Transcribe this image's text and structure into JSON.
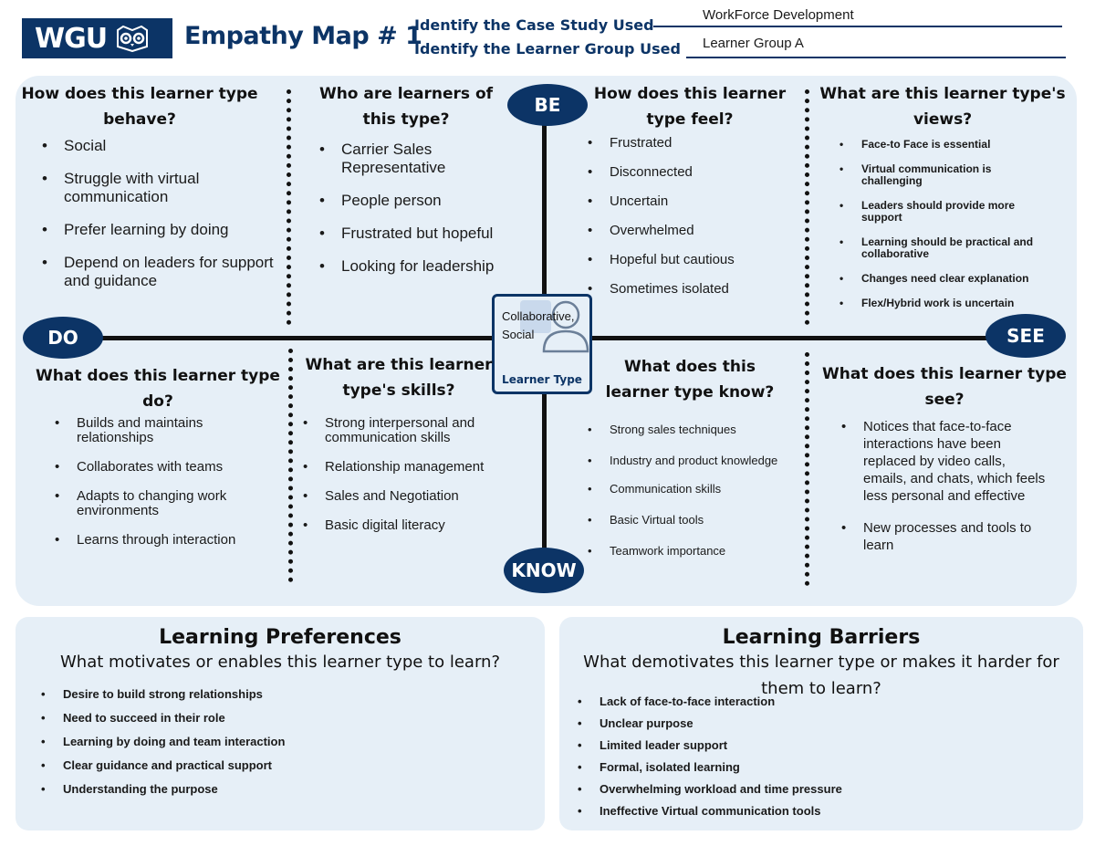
{
  "header": {
    "logo_text": "WGU",
    "title": "Empathy Map # 1",
    "case_study_label": "Identify the Case Study Used",
    "case_study_value": "WorkForce Development",
    "learner_group_label": "Identify the Learner Group Used",
    "learner_group_value": "Learner Group A"
  },
  "axes": {
    "be": "BE",
    "do": "DO",
    "see": "SEE",
    "know": "KNOW"
  },
  "center": {
    "text_line1": "Collaborative,",
    "text_line2": "Social",
    "label": "Learner Type"
  },
  "quadrants": {
    "behave": {
      "heading_line1": "How does this learner type",
      "heading_line2": "behave?",
      "items": [
        "Social",
        "Struggle with virtual communication",
        "Prefer learning by doing",
        "Depend on leaders for support and guidance"
      ]
    },
    "who": {
      "heading_line1": "Who are learners of",
      "heading_line2": "this type?",
      "items": [
        "Carrier Sales Representative",
        "People person",
        "Frustrated but hopeful",
        "Looking for leadership"
      ]
    },
    "feel": {
      "heading_line1": "How does this learner",
      "heading_line2": "type feel?",
      "items": [
        "Frustrated",
        "Disconnected",
        "Uncertain",
        "Overwhelmed",
        "Hopeful but cautious",
        "Sometimes isolated"
      ]
    },
    "views": {
      "heading_line1": "What are this learner type's",
      "heading_line2": "views?",
      "items": [
        "Face-to Face is essential",
        "Virtual communication is challenging",
        "Leaders should provide more support",
        "Learning should be practical and collaborative",
        "Changes need clear explanation",
        "Flex/Hybrid work is uncertain"
      ]
    },
    "do": {
      "heading_line1": "What does this learner type",
      "heading_line2": "do?",
      "items": [
        "Builds and maintains relationships",
        "Collaborates with teams",
        "Adapts to changing work environments",
        "Learns through interaction"
      ]
    },
    "skills": {
      "heading_line1": "What are this learner",
      "heading_line2": "type's skills?",
      "items": [
        "Strong interpersonal and communication skills",
        "Relationship management",
        "Sales and Negotiation",
        "Basic digital literacy"
      ]
    },
    "know": {
      "heading_line1": "What does this",
      "heading_line2": "learner type know?",
      "items": [
        "Strong sales techniques",
        "Industry and product knowledge",
        "Communication skills",
        "Basic Virtual tools",
        "Teamwork importance"
      ]
    },
    "see": {
      "heading_line1": "What does this learner type",
      "heading_line2": "see?",
      "items": [
        "Notices that face-to-face interactions have been replaced by video calls, emails, and chats, which feels less personal and effective",
        "New processes and tools to learn"
      ]
    }
  },
  "preferences": {
    "title": "Learning Preferences",
    "subtitle": "What motivates or enables this learner type to learn?",
    "items": [
      "Desire to build strong relationships",
      "Need to succeed in their role",
      "Learning by doing and team interaction",
      "Clear guidance and practical support",
      "Understanding the purpose"
    ]
  },
  "barriers": {
    "title": "Learning Barriers",
    "subtitle": "What demotivates this learner type or makes it harder for them to learn?",
    "items": [
      "Lack of face-to-face interaction",
      "Unclear purpose",
      "Limited leader support",
      "Formal, isolated learning",
      "Overwhelming workload and time pressure",
      "Ineffective Virtual communication tools"
    ]
  },
  "colors": {
    "navy": "#0c3466",
    "panel": "#e6eff7"
  },
  "icons": [
    "owl-icon",
    "person-icon"
  ]
}
